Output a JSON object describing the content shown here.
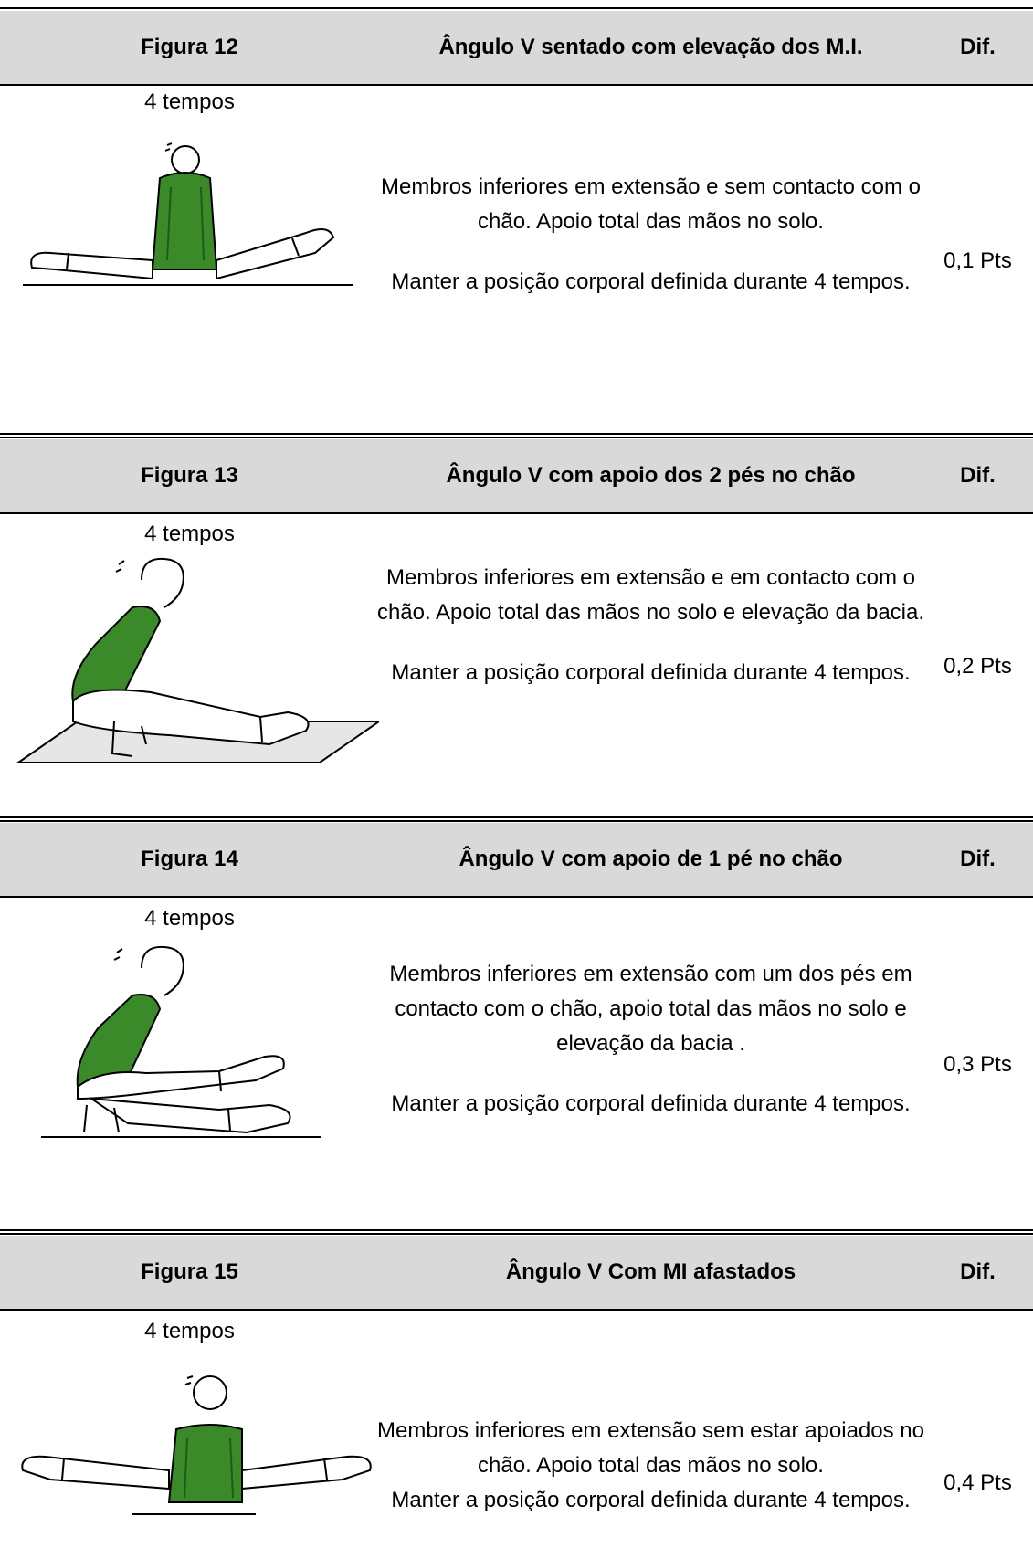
{
  "colors": {
    "header_bg": "#d9d9d9",
    "leotard": "#3a8a2a",
    "mat": "#e6e6e6"
  },
  "columns": {
    "difficulty": "Dif."
  },
  "figures": [
    {
      "label": "Figura 12",
      "title": "Ângulo V sentado com elevação dos M.I.",
      "tempos": "4 tempos",
      "desc1": "Membros inferiores em extensão e sem contacto com o chão. Apoio total das mãos no solo.",
      "desc2": "Manter a posição corporal definida durante 4 tempos.",
      "points": "0,1 Pts"
    },
    {
      "label": "Figura 13",
      "title": "Ângulo V com apoio dos 2 pés no chão",
      "tempos": "4 tempos",
      "desc1": "Membros inferiores em extensão e em contacto com o chão. Apoio total das mãos no solo e elevação da bacia.",
      "desc2": "Manter a posição corporal definida durante 4 tempos.",
      "points": "0,2 Pts"
    },
    {
      "label": "Figura 14",
      "title": "Ângulo V com apoio de 1 pé  no chão",
      "tempos": "4 tempos",
      "desc1": "Membros inferiores em extensão com um dos pés em contacto com o chão, apoio total das mãos no solo e elevação da bacia .",
      "desc2": "Manter a posição corporal definida durante 4 tempos.",
      "points": "0,3 Pts"
    },
    {
      "label": "Figura 15",
      "title": "Ângulo V  Com MI afastados",
      "tempos": "4 tempos",
      "desc1": "Membros inferiores em extensão sem estar apoiados no chão. Apoio total das mãos no solo.",
      "desc2": "Manter a posição corporal definida durante 4 tempos.",
      "points": "0,4 Pts"
    }
  ]
}
